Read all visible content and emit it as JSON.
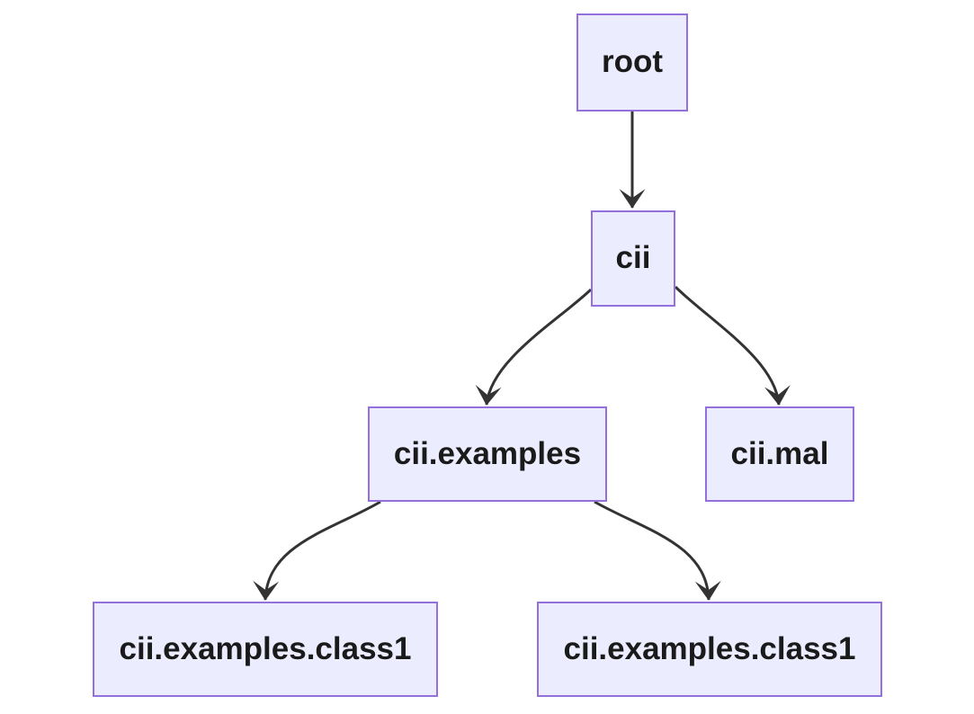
{
  "diagram": {
    "type": "tree-flowchart",
    "orientation": "top-down",
    "nodes": [
      {
        "id": "root",
        "label": "root"
      },
      {
        "id": "cii",
        "label": "cii"
      },
      {
        "id": "cii-examples",
        "label": "cii.examples"
      },
      {
        "id": "cii-mal",
        "label": "cii.mal"
      },
      {
        "id": "cii-examples-class1-left",
        "label": "cii.examples.class1"
      },
      {
        "id": "cii-examples-class1-right",
        "label": "cii.examples.class1"
      }
    ],
    "edges": [
      {
        "from": "root",
        "to": "cii"
      },
      {
        "from": "cii",
        "to": "cii.examples"
      },
      {
        "from": "cii",
        "to": "cii.mal"
      },
      {
        "from": "cii.examples",
        "to": "cii.examples.class1-left"
      },
      {
        "from": "cii.examples",
        "to": "cii.examples.class1-right"
      }
    ],
    "colors": {
      "node_fill": "#ECECFF",
      "node_border": "#9370DB",
      "edge": "#333333",
      "text": "#1a1a1a",
      "background": "#ffffff"
    }
  }
}
